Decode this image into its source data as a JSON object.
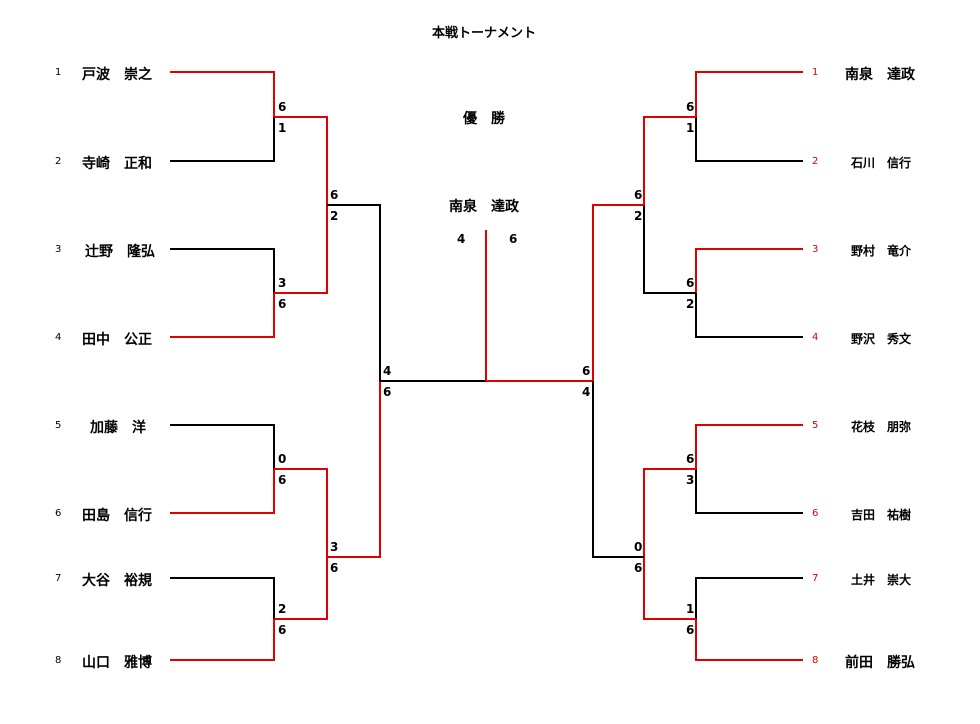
{
  "title": "本戦トーナメント",
  "champion_label": "優　勝",
  "champion_name": "南泉　達政",
  "final_score": {
    "left": "4",
    "right": "6"
  },
  "colors": {
    "win": "#e00000",
    "line": "#000000"
  },
  "left_players": [
    {
      "seed": "1",
      "name": "戸波　崇之"
    },
    {
      "seed": "2",
      "name": "寺崎　正和"
    },
    {
      "seed": "3",
      "name": "辻野　隆弘"
    },
    {
      "seed": "4",
      "name": "田中　公正"
    },
    {
      "seed": "5",
      "name": "加藤　洋"
    },
    {
      "seed": "6",
      "name": "田島　信行"
    },
    {
      "seed": "7",
      "name": "大谷　裕規"
    },
    {
      "seed": "8",
      "name": "山口　雅博"
    }
  ],
  "right_players": [
    {
      "seed": "1",
      "name": "南泉　達政"
    },
    {
      "seed": "2",
      "name": "石川　信行"
    },
    {
      "seed": "3",
      "name": "野村　竜介"
    },
    {
      "seed": "4",
      "name": "野沢　秀文"
    },
    {
      "seed": "5",
      "name": "花枝　朋弥"
    },
    {
      "seed": "6",
      "name": "吉田　祐樹"
    },
    {
      "seed": "7",
      "name": "土井　崇大"
    },
    {
      "seed": "8",
      "name": "前田　勝弘"
    }
  ],
  "left_scores": {
    "r1": [
      [
        "6",
        "1"
      ],
      [
        "3",
        "6"
      ],
      [
        "0",
        "6"
      ],
      [
        "2",
        "6"
      ]
    ],
    "r2": [
      [
        "6",
        "2"
      ],
      [
        "3",
        "6"
      ]
    ],
    "r3": [
      "4",
      "6"
    ]
  },
  "right_scores": {
    "r1": [
      [
        "6",
        "1"
      ],
      [
        "6",
        "2"
      ],
      [
        "6",
        "3"
      ],
      [
        "1",
        "6"
      ]
    ],
    "r2": [
      [
        "6",
        "2"
      ],
      [
        "0",
        "6"
      ]
    ],
    "r3": [
      "6",
      "4"
    ]
  }
}
